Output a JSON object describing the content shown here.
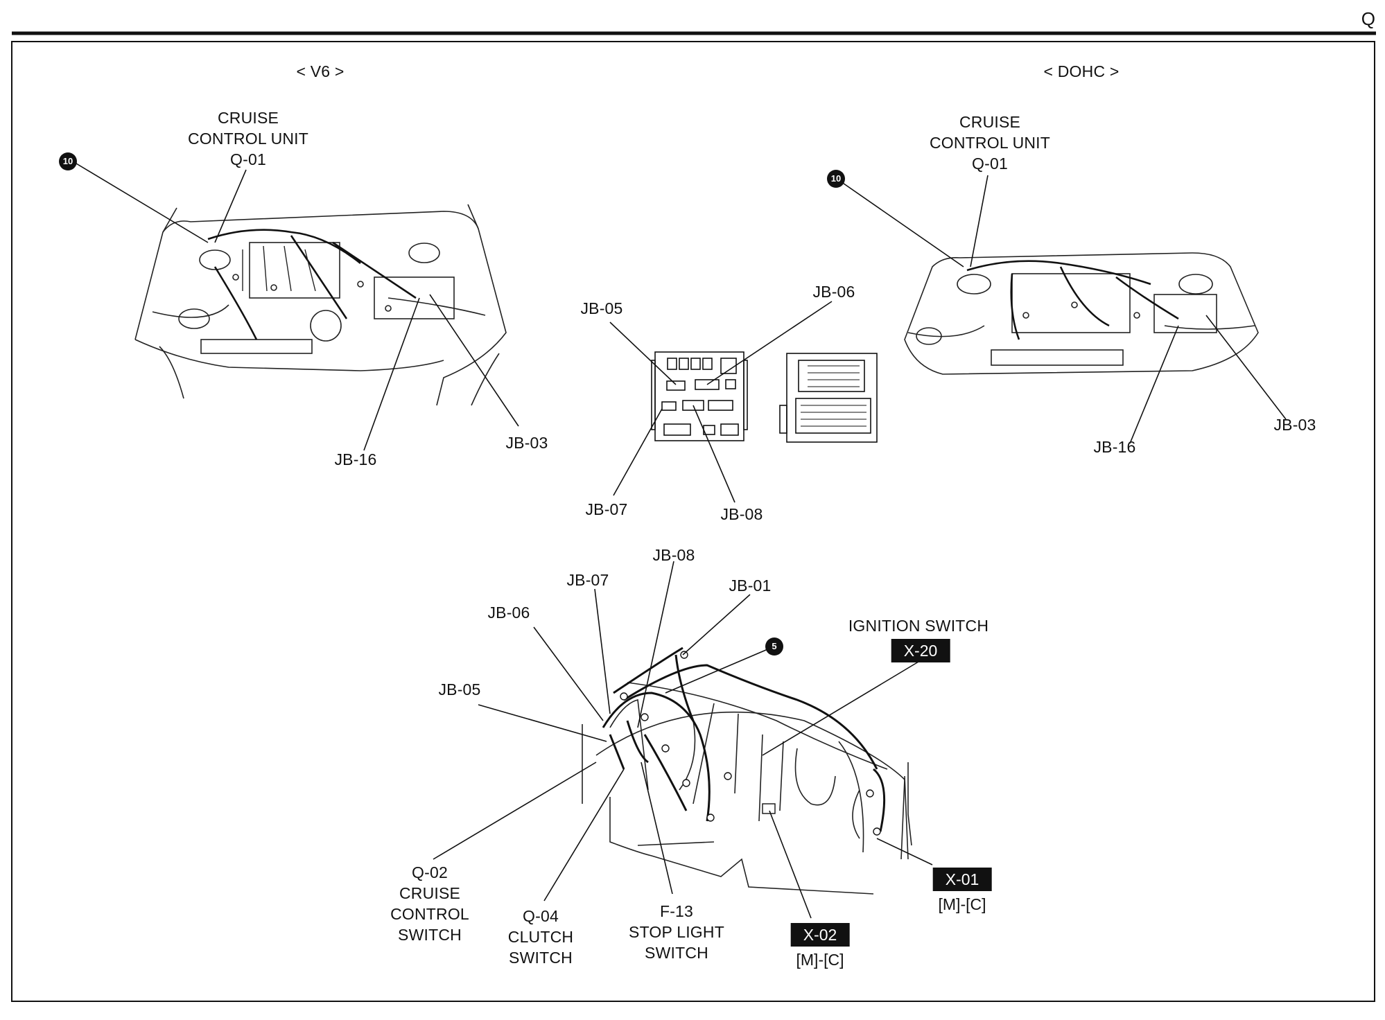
{
  "page_letter": "Q",
  "v6": {
    "header": "< V6 >",
    "unit_lines": [
      "CRUISE",
      "CONTROL UNIT",
      "Q-01"
    ],
    "bullet": "10",
    "labels": {
      "jb16": "JB-16",
      "jb03": "JB-03"
    }
  },
  "dohc": {
    "header": "< DOHC >",
    "unit_lines": [
      "CRUISE",
      "CONTROL UNIT",
      "Q-01"
    ],
    "bullet": "10",
    "labels": {
      "jb16": "JB-16",
      "jb03": "JB-03"
    }
  },
  "junction": {
    "jb05": "JB-05",
    "jb06": "JB-06",
    "jb07": "JB-07",
    "jb08": "JB-08"
  },
  "dash": {
    "jb08": "JB-08",
    "jb07": "JB-07",
    "jb01": "JB-01",
    "jb06": "JB-06",
    "jb05": "JB-05",
    "bullet": "5",
    "ignition_label": "IGNITION SWITCH",
    "ignition_tag": "X-20",
    "q02": [
      "Q-02",
      "CRUISE",
      "CONTROL",
      "SWITCH"
    ],
    "q04": [
      "Q-04",
      "CLUTCH",
      "SWITCH"
    ],
    "f13": [
      "F-13",
      "STOP LIGHT",
      "SWITCH"
    ],
    "x02_tag": "X-02",
    "x02_sub": "[M]-[C]",
    "x01_tag": "X-01",
    "x01_sub": "[M]-[C]"
  }
}
